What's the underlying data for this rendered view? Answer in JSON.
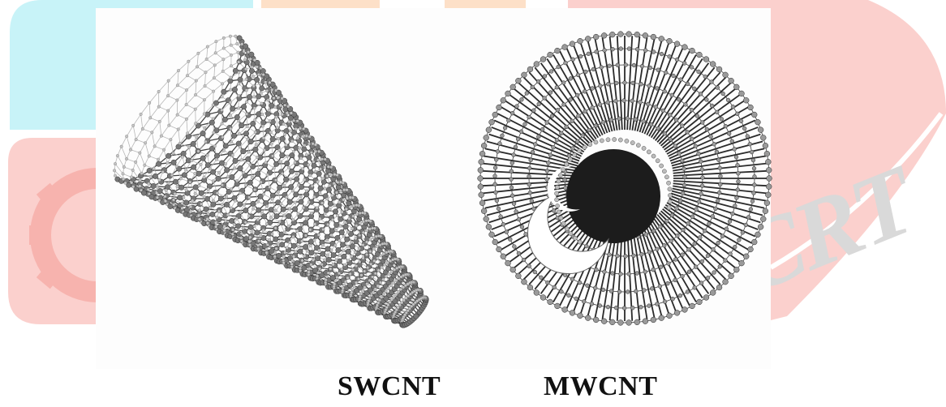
{
  "figure": {
    "labels": {
      "left": "SWCNT",
      "right": "MWCNT"
    },
    "watermark": {
      "text": "CRT",
      "colors": {
        "cyan": "#c8f3f8",
        "orange": "#fde0c8",
        "red": "#fbd0cd",
        "gray": "#d9d9d9"
      }
    },
    "icons": {
      "left": "single-wall-carbon-nanotube",
      "right": "multi-wall-carbon-nanotube"
    }
  }
}
